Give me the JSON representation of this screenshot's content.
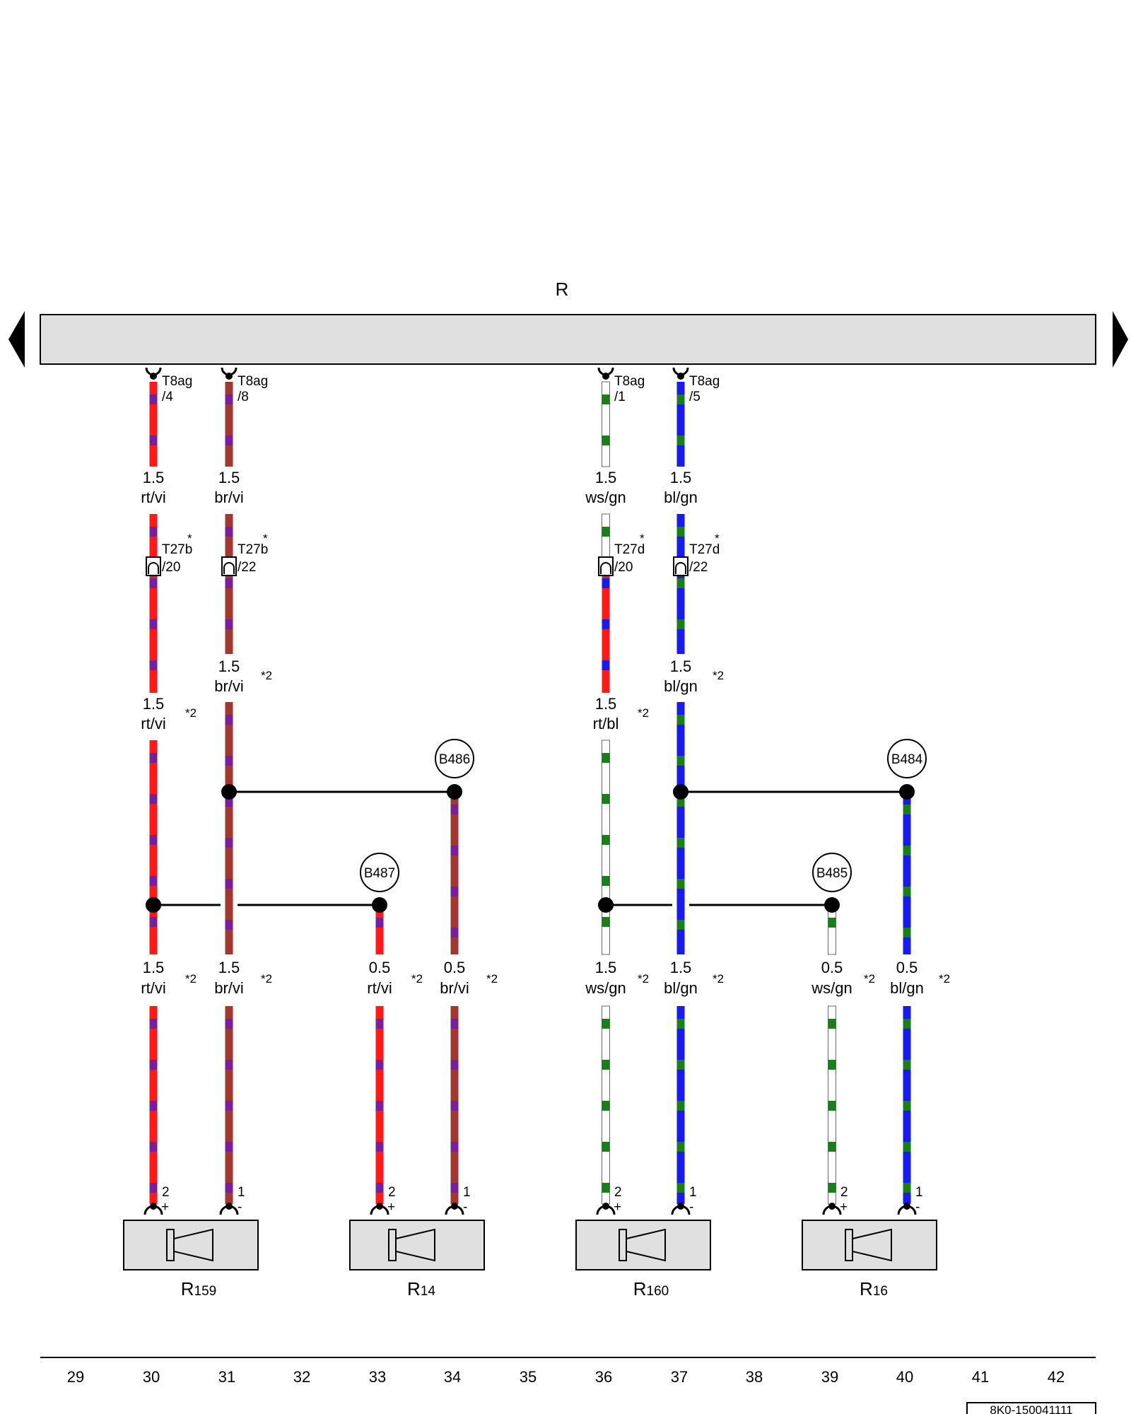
{
  "title": "R",
  "document_id": "8K0-150041111",
  "colors": {
    "rt": "#ff1a1a",
    "vi": "#7a1f9a",
    "br": "#a0382f",
    "ws": "#ffffff",
    "gn": "#1a7f1a",
    "bl": "#1a1aee",
    "component_fill": "#e0e0e0",
    "line": "#000000"
  },
  "grid_numbers": [
    "29",
    "30",
    "31",
    "32",
    "33",
    "34",
    "35",
    "36",
    "37",
    "38",
    "39",
    "40",
    "41",
    "42"
  ],
  "wires": [
    {
      "id": "w30",
      "top_pin_name": "T8ag",
      "top_pin_num": "/4",
      "seg1": {
        "size": "1.5",
        "color": "rt/vi"
      },
      "connector": {
        "name": "T27b",
        "num": "/20",
        "star": "*"
      },
      "seg2": {
        "size": "1.5",
        "color": "rt/vi",
        "note": "*2"
      },
      "seg3": {
        "size": "1.5",
        "color": "rt/vi",
        "note": "*2"
      },
      "bottom_pin": "2",
      "polarity": "+"
    },
    {
      "id": "w31",
      "top_pin_name": "T8ag",
      "top_pin_num": "/8",
      "seg1": {
        "size": "1.5",
        "color": "br/vi"
      },
      "connector": {
        "name": "T27b",
        "num": "/22",
        "star": "*"
      },
      "seg2": {
        "size": "1.5",
        "color": "br/vi",
        "note": "*2"
      },
      "seg3": {
        "size": "1.5",
        "color": "br/vi",
        "note": "*2"
      },
      "bottom_pin": "1",
      "polarity": "-"
    },
    {
      "id": "w36",
      "top_pin_name": "T8ag",
      "top_pin_num": "/1",
      "seg1": {
        "size": "1.5",
        "color": "ws/gn"
      },
      "connector": {
        "name": "T27d",
        "num": "/20",
        "star": "*"
      },
      "seg2": {
        "size": "1.5",
        "color": "rt/bl",
        "note": "*2"
      },
      "seg3": {
        "size": "1.5",
        "color": "ws/gn",
        "note": "*2"
      },
      "bottom_pin": "2",
      "polarity": "+"
    },
    {
      "id": "w37",
      "top_pin_name": "T8ag",
      "top_pin_num": "/5",
      "seg1": {
        "size": "1.5",
        "color": "bl/gn"
      },
      "connector": {
        "name": "T27d",
        "num": "/22",
        "star": "*"
      },
      "seg2": {
        "size": "1.5",
        "color": "bl/gn",
        "note": "*2"
      },
      "seg3": {
        "size": "1.5",
        "color": "bl/gn",
        "note": "*2"
      },
      "bottom_pin": "1",
      "polarity": "-"
    }
  ],
  "branches": [
    {
      "id": "b33",
      "splice": "B487",
      "seg": {
        "size": "0.5",
        "color": "rt/vi",
        "note": "*2"
      },
      "bottom_pin": "2",
      "polarity": "+"
    },
    {
      "id": "b34",
      "splice": "B486",
      "seg": {
        "size": "0.5",
        "color": "br/vi",
        "note": "*2"
      },
      "bottom_pin": "1",
      "polarity": "-"
    },
    {
      "id": "b39",
      "splice": "B485",
      "seg": {
        "size": "0.5",
        "color": "ws/gn",
        "note": "*2"
      },
      "bottom_pin": "2",
      "polarity": "+"
    },
    {
      "id": "b40",
      "splice": "B484",
      "seg": {
        "size": "0.5",
        "color": "bl/gn",
        "note": "*2"
      },
      "bottom_pin": "1",
      "polarity": "-"
    }
  ],
  "components": [
    {
      "id": "R159",
      "letter": "R",
      "sub": "159"
    },
    {
      "id": "R14",
      "letter": "R",
      "sub": "14"
    },
    {
      "id": "R160",
      "letter": "R",
      "sub": "160"
    },
    {
      "id": "R16",
      "letter": "R",
      "sub": "16"
    }
  ]
}
